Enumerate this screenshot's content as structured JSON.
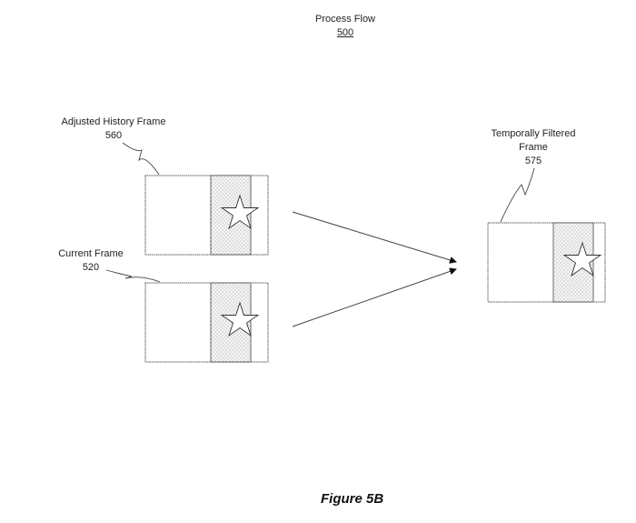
{
  "header": {
    "title": "Process Flow",
    "ref": "500"
  },
  "frames": {
    "history": {
      "label": "Adjusted History Frame",
      "ref": "560",
      "content_icon": "star-icon"
    },
    "current": {
      "label": "Current Frame",
      "ref": "520",
      "content_icon": "star-icon"
    },
    "filtered": {
      "label_line1": "Temporally Filtered",
      "label_line2": "Frame",
      "ref": "575",
      "content_icon": "star-icon"
    }
  },
  "arrows": [
    {
      "from": "history",
      "to": "filtered"
    },
    {
      "from": "current",
      "to": "filtered"
    }
  ],
  "caption": "Figure 5B"
}
